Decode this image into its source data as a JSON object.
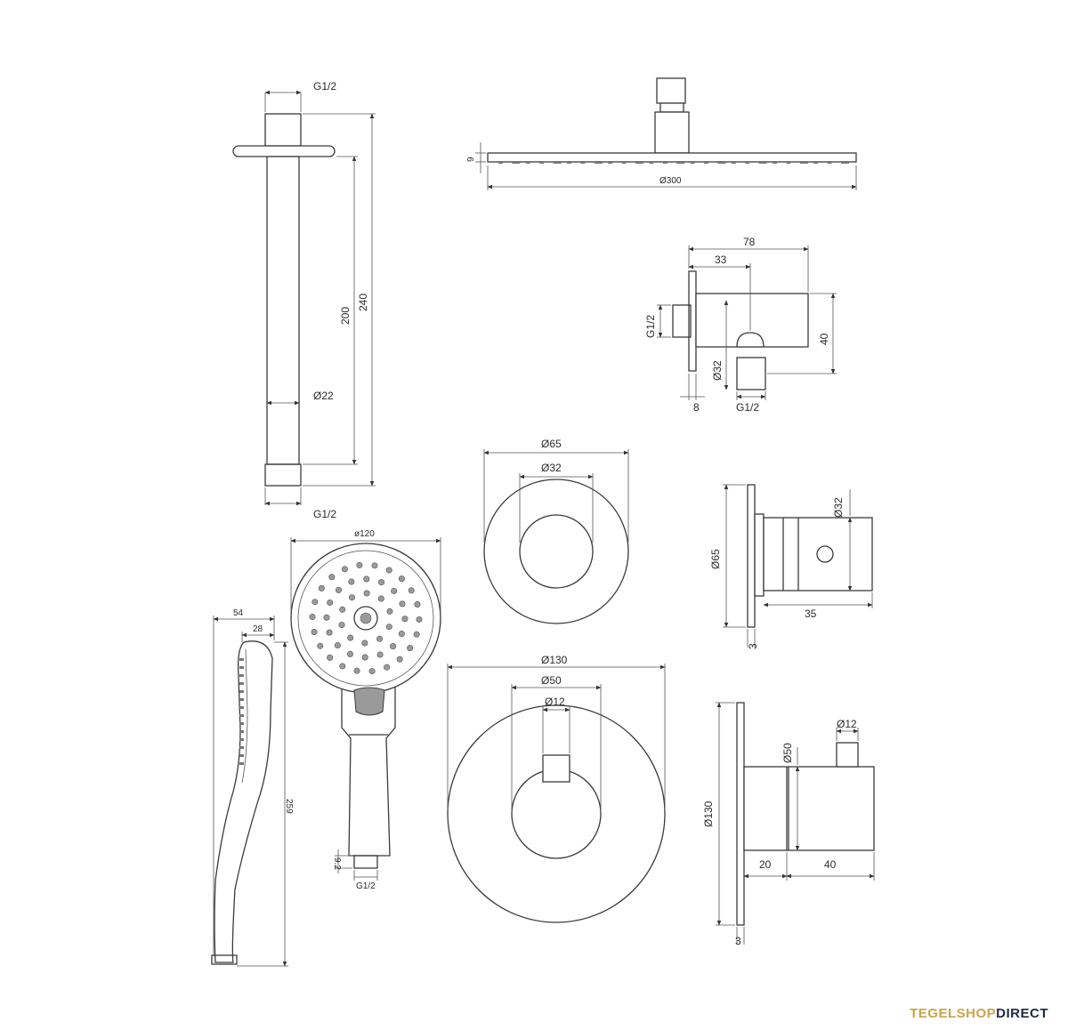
{
  "brand": {
    "part1": "TEGELSHOP",
    "part2": "DIRECT"
  },
  "shower_arm": {
    "thread_top": "G1/2",
    "thread_bottom": "G1/2",
    "length_inner": "200",
    "length_total": "240",
    "diameter": "Ø22"
  },
  "rain_head": {
    "thickness": "9",
    "diameter": "Ø300"
  },
  "wall_elbow": {
    "depth_total": "78",
    "depth_inner": "33",
    "thread_inlet": "G1/2",
    "height": "40",
    "diameter": "Ø32",
    "plate": "8",
    "thread_outlet": "G1/2"
  },
  "stop_valve_rosette": {
    "outer": "Ø65",
    "inner": "Ø32"
  },
  "stop_valve_side": {
    "diameter": "Ø32",
    "plate_diameter": "Ø65",
    "depth": "35",
    "plate": "3"
  },
  "hand_shower_front": {
    "diameter": "ø120",
    "neck": "9.2",
    "thread": "G1/2"
  },
  "hand_shower_side": {
    "width": "54",
    "width_inner": "28",
    "length": "259"
  },
  "thermostat_front": {
    "outer": "Ø130",
    "inner": "Ø50",
    "handle": "Ø12"
  },
  "thermostat_side": {
    "handle": "Ø12",
    "body": "Ø50",
    "plate_diameter": "Ø130",
    "depth_1": "20",
    "depth_2": "40",
    "plate": "3"
  }
}
